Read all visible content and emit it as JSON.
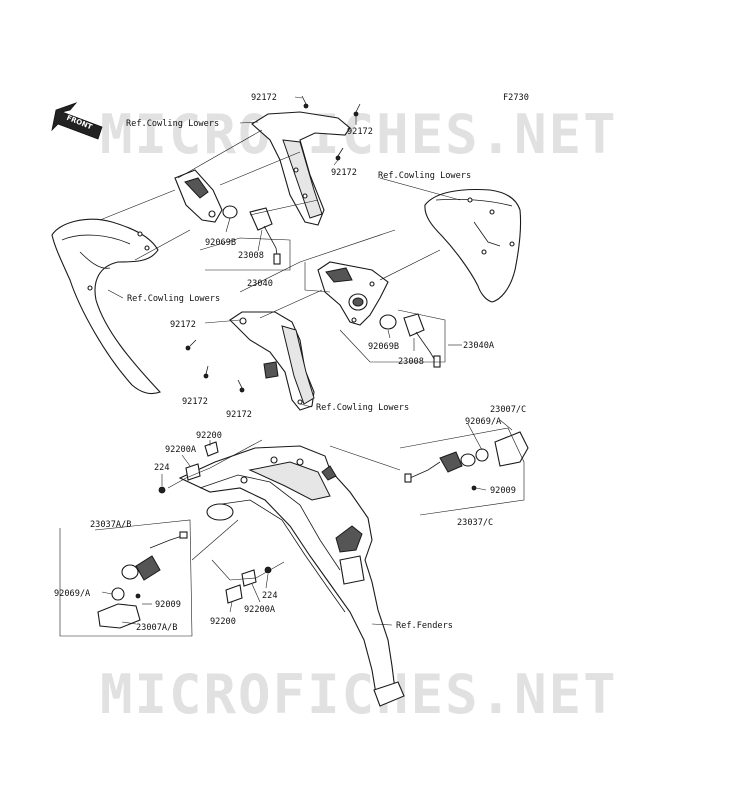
{
  "figure_code": "F2730",
  "watermark": "MICROFICHES.NET",
  "front_label": "FRONT",
  "labels": {
    "p92172_a": "92172",
    "p92172_b": "92172",
    "p92172_c": "92172",
    "p92172_d": "92172",
    "p92172_e": "92172",
    "p92172_f": "92172",
    "ref_cowl_1": "Ref.Cowling Lowers",
    "ref_cowl_2": "Ref.Cowling Lowers",
    "ref_cowl_3": "Ref.Cowling Lowers",
    "ref_cowl_4": "Ref.Cowling Lowers",
    "p92069b_l": "92069B",
    "p23008_l": "23008",
    "p23040": "23040",
    "p92069b_r": "92069B",
    "p23008_r": "23008",
    "p23040a": "23040A",
    "p23007c": "23007/C",
    "p92069a_r": "92069/A",
    "p92009_r": "92009",
    "p23037c": "23037/C",
    "p92200_top": "92200",
    "p92200a_top": "92200A",
    "p224_top": "224",
    "p23037ab": "23037A/B",
    "p92069a_l": "92069/A",
    "p92009_l": "92009",
    "p23007ab": "23007A/B",
    "p224_bot": "224",
    "p92200a_bot": "92200A",
    "p92200_bot": "92200",
    "ref_fenders": "Ref.Fenders"
  },
  "colors": {
    "line": "#1a1a1a",
    "watermark": "#d8d8d8"
  }
}
